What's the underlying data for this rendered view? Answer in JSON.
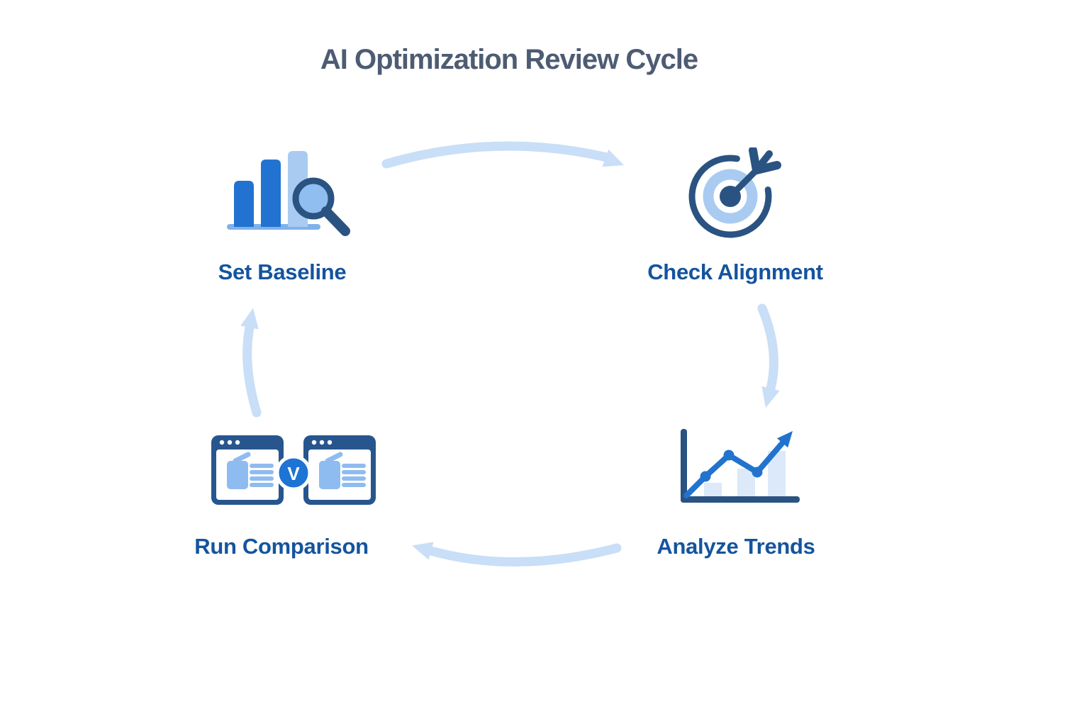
{
  "title": "AI Optimization Review Cycle",
  "steps": [
    {
      "id": "set-baseline",
      "label": "Set Baseline",
      "icon": "bar-chart-magnifier-icon",
      "position": "top-left"
    },
    {
      "id": "check-alignment",
      "label": "Check Alignment",
      "icon": "target-dart-icon",
      "position": "top-right"
    },
    {
      "id": "analyze-trends",
      "label": "Analyze Trends",
      "icon": "trend-line-arrow-icon",
      "position": "bottom-right"
    },
    {
      "id": "run-comparison",
      "label": "Run Comparison",
      "icon": "vs-window-comparison-icon",
      "position": "bottom-left",
      "badge_letter": "V"
    }
  ],
  "cycle_arrows": [
    {
      "from": "Set Baseline",
      "to": "Check Alignment"
    },
    {
      "from": "Check Alignment",
      "to": "Analyze Trends"
    },
    {
      "from": "Analyze Trends",
      "to": "Run Comparison"
    },
    {
      "from": "Run Comparison",
      "to": "Set Baseline"
    }
  ],
  "colors": {
    "background": "#ffffff",
    "title_text": "#4d5c72",
    "label_text": "#14549e",
    "medium_blue": "#2273d1",
    "dark_navy": "#2a5382",
    "window_navy": "#27568e",
    "light_blue": "#a9cbf1",
    "lens_blue": "#90bef1",
    "doc_blue": "#8fbcf0",
    "pale_bar_blue": "#dbe9f9",
    "baseline_blue": "#7fb2ea",
    "arrow_blue": "#c9def7",
    "vs_badge_blue": "#1d74d4"
  }
}
